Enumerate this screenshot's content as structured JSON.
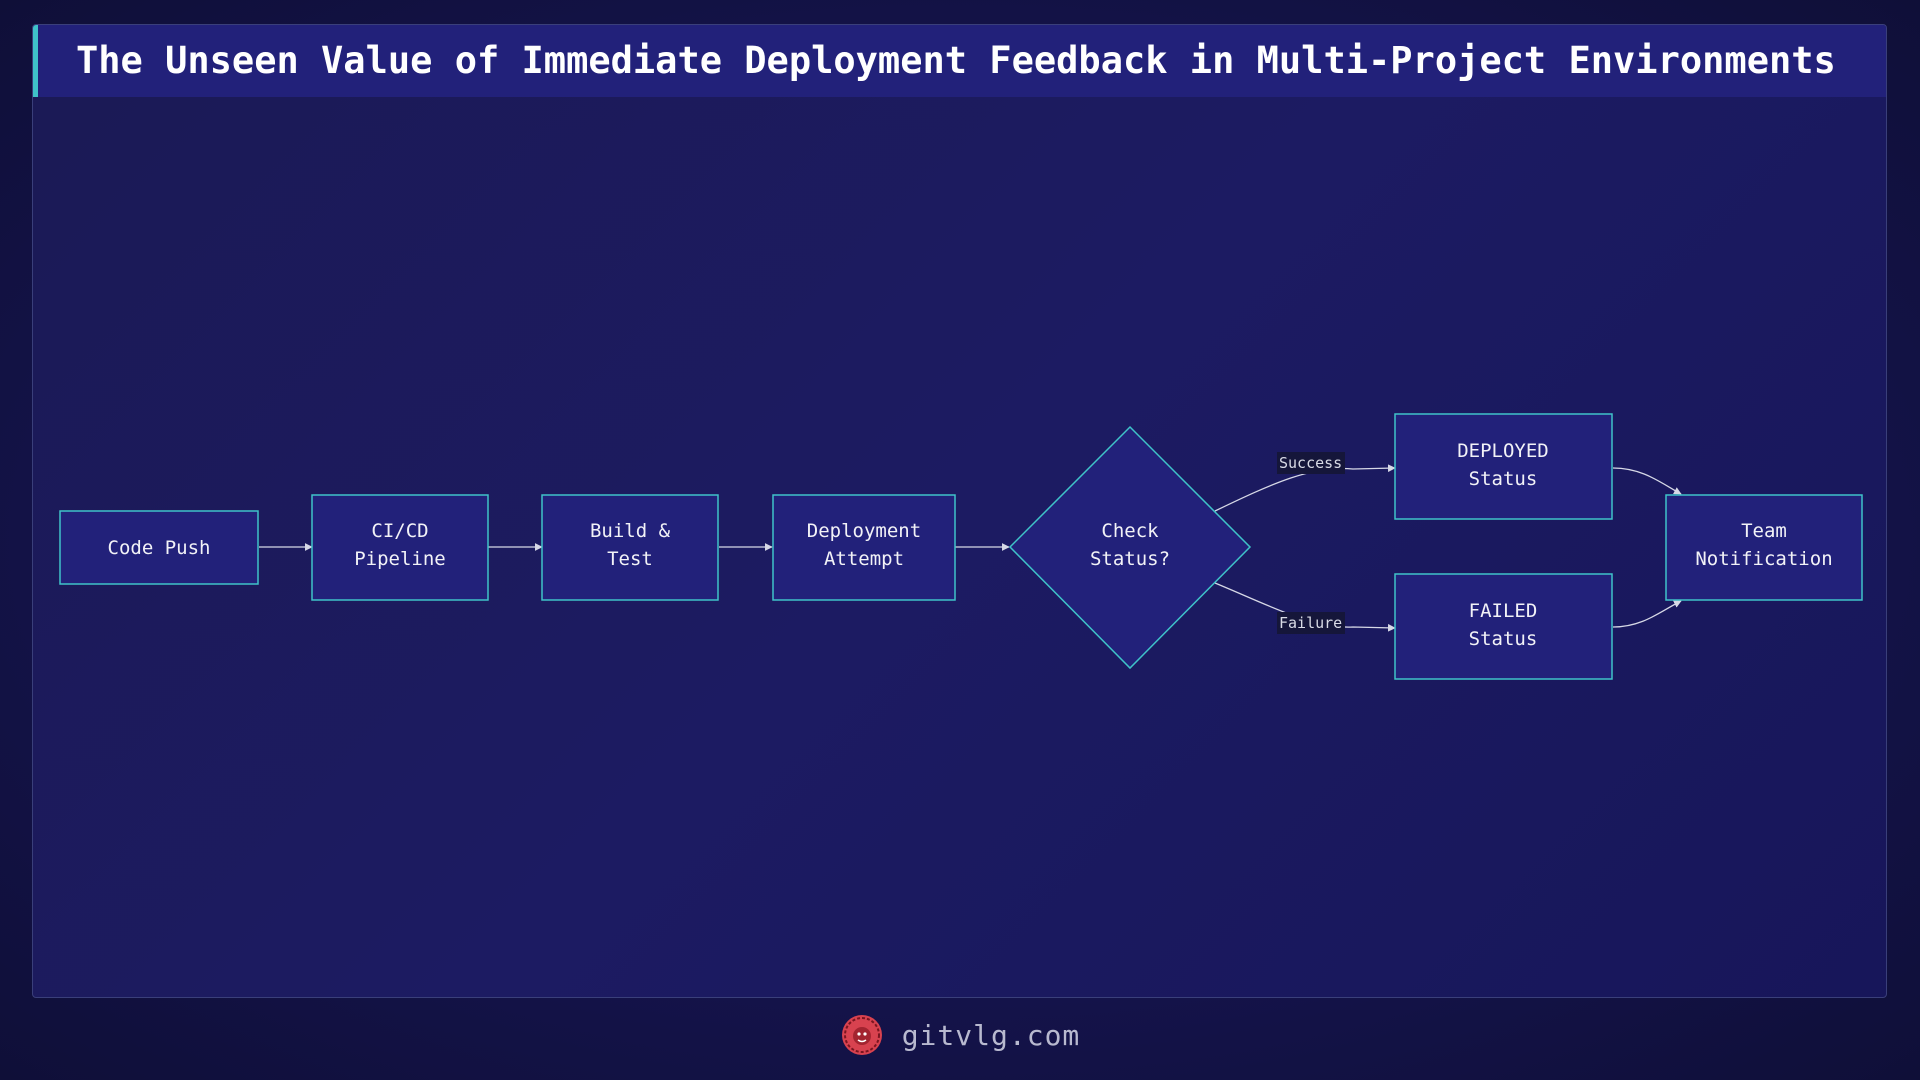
{
  "title": "The Unseen Value of Immediate Deployment Feedback in Multi-Project Environments",
  "nodes": {
    "code_push": {
      "lines": [
        "Code Push"
      ]
    },
    "cicd": {
      "lines": [
        "CI/CD",
        "Pipeline"
      ]
    },
    "build": {
      "lines": [
        "Build &",
        "Test"
      ]
    },
    "deploy": {
      "lines": [
        "Deployment",
        "Attempt"
      ]
    },
    "check": {
      "lines": [
        "Check",
        "Status?"
      ]
    },
    "deployed": {
      "lines": [
        "DEPLOYED",
        "Status"
      ]
    },
    "failed": {
      "lines": [
        "FAILED",
        "Status"
      ]
    },
    "notify": {
      "lines": [
        "Team",
        "Notification"
      ]
    }
  },
  "edges": {
    "success_label": "Success",
    "failure_label": "Failure"
  },
  "footer": {
    "site": "gitvlg.com",
    "logo_icon": "lion-logo-icon"
  },
  "colors": {
    "node_fill": "#22217a",
    "node_border": "#3fc3c9",
    "accent": "#3fc3c9",
    "logo": "#d8424f"
  }
}
